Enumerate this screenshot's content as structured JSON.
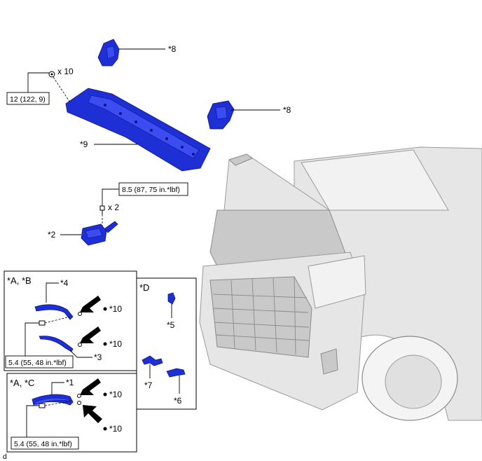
{
  "callouts": {
    "c8a": "*8",
    "c8b": "*8",
    "c9": "*9",
    "c2": "*2",
    "x10": "x 10",
    "x2": "x 2",
    "torque_12": "12 (122, 9)",
    "torque_85": "8.5 (87, 75 in.*lbf)"
  },
  "panel_ab": {
    "header": "*A, *B",
    "c4": "*4",
    "c3": "*3",
    "c10a": "*10",
    "c10b": "*10",
    "torque": "5.4 (55, 48 in.*lbf)"
  },
  "panel_ac": {
    "header": "*A, *C",
    "c1": "*1",
    "c10a": "*10",
    "c10b": "*10",
    "torque": "5.4 (55, 48 in.*lbf)"
  },
  "panel_d": {
    "header": "*D",
    "c5": "*5",
    "c7": "*7",
    "c6": "*6"
  },
  "footer": {
    "mark": "d"
  },
  "colors": {
    "part": "#1f2fd6",
    "vehicle": "#e6e6e6",
    "outline": "#000000"
  }
}
